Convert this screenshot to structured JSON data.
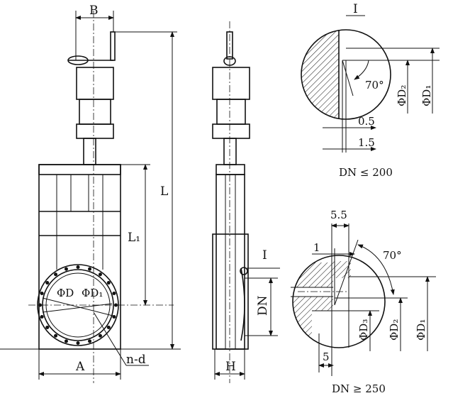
{
  "front_view": {
    "dim_b": "B",
    "dim_l": "L",
    "dim_l1": "L₁",
    "dim_phi_d": "ΦD",
    "dim_phi_d1": "ΦD₁",
    "dim_nd": "n-d",
    "dim_a": "A"
  },
  "side_view": {
    "dim_h": "H",
    "dim_dn": "DN",
    "detail_ref": "I"
  },
  "detail_small": {
    "title": "I",
    "angle": "70°",
    "phi_d2": "ΦD₂",
    "phi_d1": "ΦD₁",
    "dim_05": "0.5",
    "dim_15": "1.5",
    "caption": "DN ≤ 200"
  },
  "detail_large": {
    "dim_55": "5.5",
    "dim_1": "1",
    "angle": "70°",
    "phi_d3": "ΦD₃",
    "phi_d2": "ΦD₂",
    "phi_d1": "ΦD₁",
    "dim_5": "5",
    "caption": "DN ≥ 250"
  }
}
